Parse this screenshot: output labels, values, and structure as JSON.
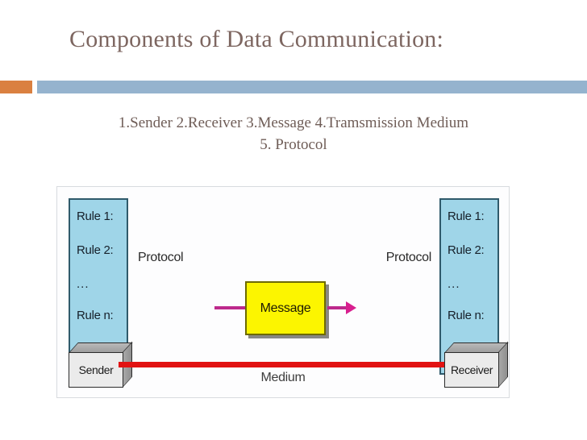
{
  "slide": {
    "title": "Components of Data Communication:",
    "title_color": "#7d6660",
    "subtitle_line1": "1.Sender  2.Receiver  3.Message 4.Tramsmission Medium",
    "subtitle_line2": "5. Protocol"
  },
  "divider": {
    "accent_color": "#da8040",
    "bar_color": "#95b3ce"
  },
  "diagram": {
    "protocol_left": {
      "label": "Protocol",
      "rules": [
        "Rule 1:",
        "Rule 2:",
        "...",
        "Rule n:"
      ],
      "fill_color": "#9fd5e8"
    },
    "protocol_right": {
      "label": "Protocol",
      "rules": [
        "Rule 1:",
        "Rule 2:",
        "...",
        "Rule n:"
      ],
      "fill_color": "#9fd5e8"
    },
    "message": {
      "label": "Message",
      "fill_color": "#fcf500",
      "arrow_color": "#bd2a8c"
    },
    "sender": {
      "label": "Sender"
    },
    "receiver": {
      "label": "Receiver"
    },
    "medium": {
      "label": "Medium",
      "line_color": "#e21212"
    }
  }
}
